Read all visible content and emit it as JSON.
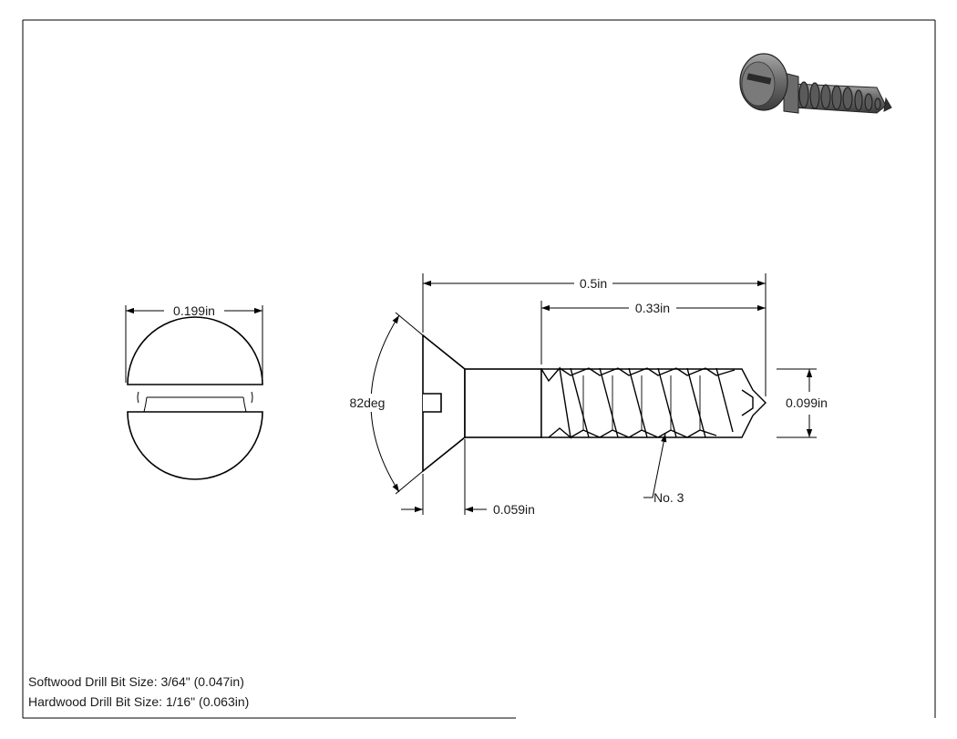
{
  "dimensions": {
    "head_diameter": "0.199in",
    "overall_length": "0.5in",
    "thread_length": "0.33in",
    "head_angle": "82deg",
    "head_height": "0.059in",
    "thread_diameter": "0.099in",
    "screw_size": "No. 3"
  },
  "notes": {
    "softwood": "Softwood Drill Bit Size: 3/64\" (0.047in)",
    "hardwood": "Hardwood Drill Bit Size: 1/16\" (0.063in)"
  },
  "colors": {
    "line": "#000000",
    "metal": "#8a8a8a",
    "background": "#ffffff"
  }
}
